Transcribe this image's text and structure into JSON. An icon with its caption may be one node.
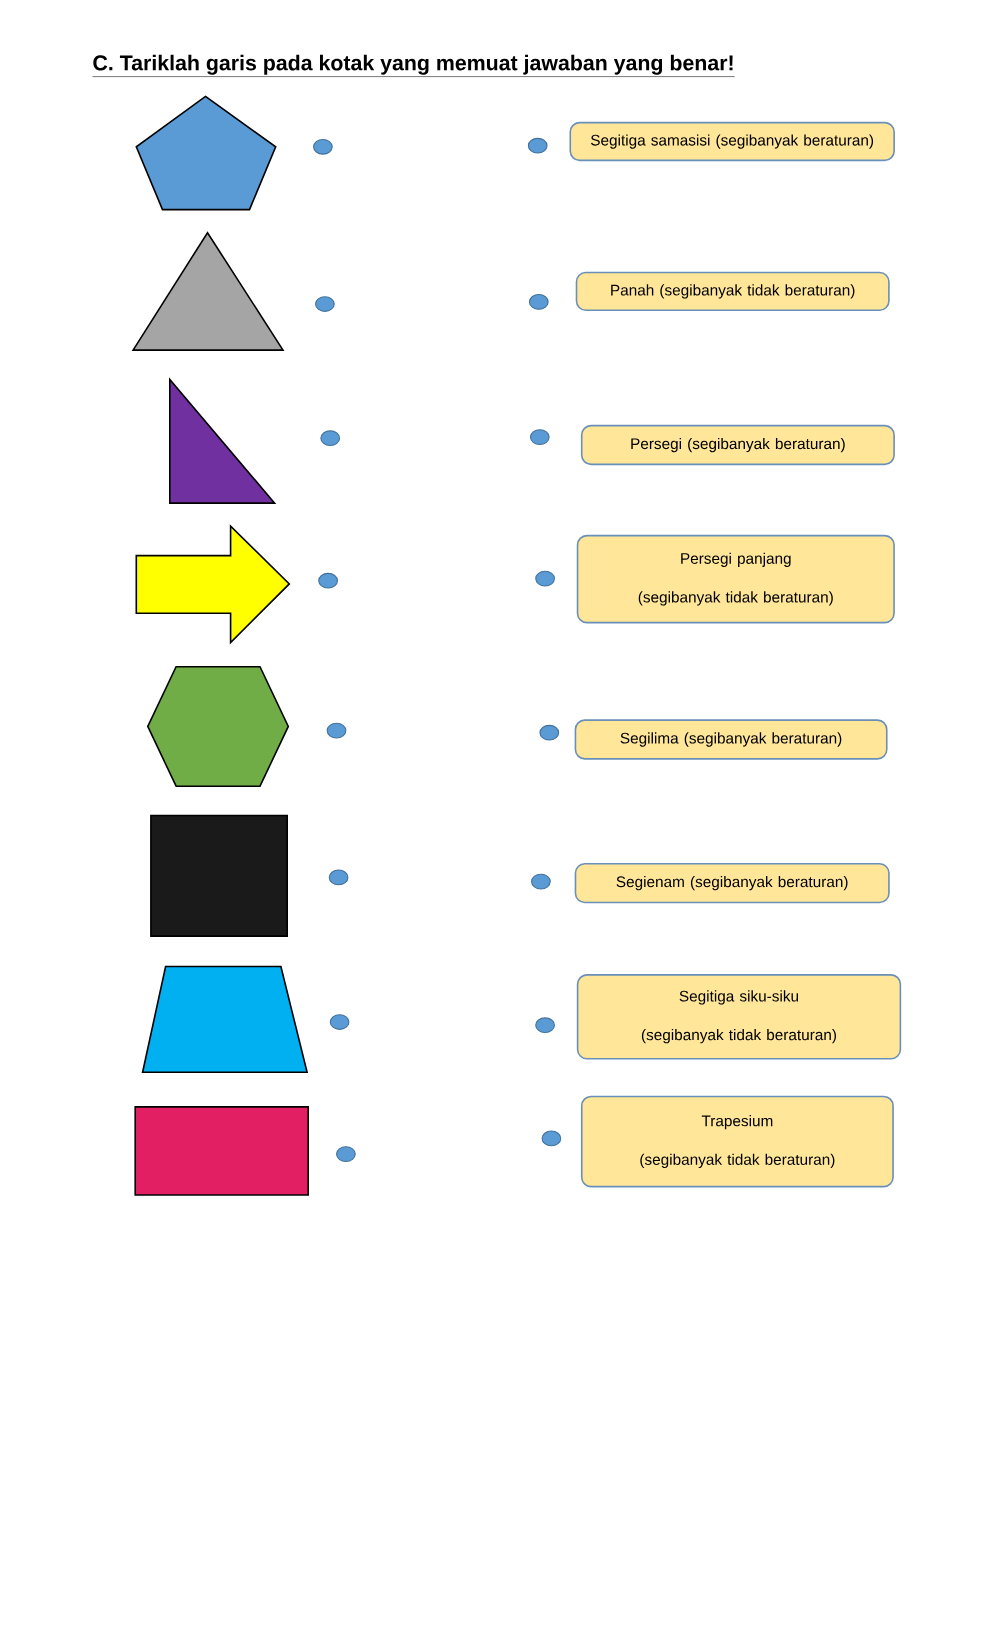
{
  "diagram": {
    "title": "C. Tariklah garis pada kotak yang memuat jawaban yang benar!",
    "nodes": [
      {
        "text": [],
        "shape": "pentagon"
      },
      {
        "text": [],
        "shape": "circle"
      },
      {
        "text": [],
        "shape": "circle"
      },
      {
        "text": [
          "Segitiga samasisi (segibanyak beraturan)"
        ]
      },
      {
        "text": [],
        "shape": "triangle"
      },
      {
        "text": [],
        "shape": "circle"
      },
      {
        "text": [],
        "shape": "circle"
      },
      {
        "text": [
          "Panah (segibanyak tidak beraturan)"
        ]
      },
      {
        "text": [],
        "shape": "triangle"
      },
      {
        "text": [],
        "shape": "circle"
      },
      {
        "text": [],
        "shape": "circle"
      },
      {
        "text": [
          "Persegi (segibanyak beraturan)"
        ]
      },
      {
        "text": [],
        "shape": "arrow"
      },
      {
        "text": [],
        "shape": "circle"
      },
      {
        "text": [],
        "shape": "circle"
      },
      {
        "text": [
          "Persegi panjang",
          "(segibanyak tidak beraturan)"
        ]
      },
      {
        "text": [],
        "shape": "hexagon"
      },
      {
        "text": [],
        "shape": "circle"
      },
      {
        "text": [],
        "shape": "circle"
      },
      {
        "text": [
          "Segilima (segibanyak beraturan)"
        ]
      },
      {
        "text": [],
        "shape": "box"
      },
      {
        "text": [],
        "shape": "circle"
      },
      {
        "text": [],
        "shape": "circle"
      },
      {
        "text": [
          "Segienam (segibanyak beraturan)"
        ]
      },
      {
        "text": [],
        "shape": "trapezoid"
      },
      {
        "text": [],
        "shape": "circle"
      },
      {
        "text": [],
        "shape": "circle"
      },
      {
        "text": [
          "Segitiga siku-siku",
          "(segibanyak tidak beraturan)"
        ]
      },
      {
        "text": [],
        "shape": "box"
      },
      {
        "text": [],
        "shape": "circle"
      },
      {
        "text": [],
        "shape": "circle"
      },
      {
        "text": [
          "Trapesium",
          "(segibanyak tidak beraturan)"
        ]
      }
    ]
  }
}
